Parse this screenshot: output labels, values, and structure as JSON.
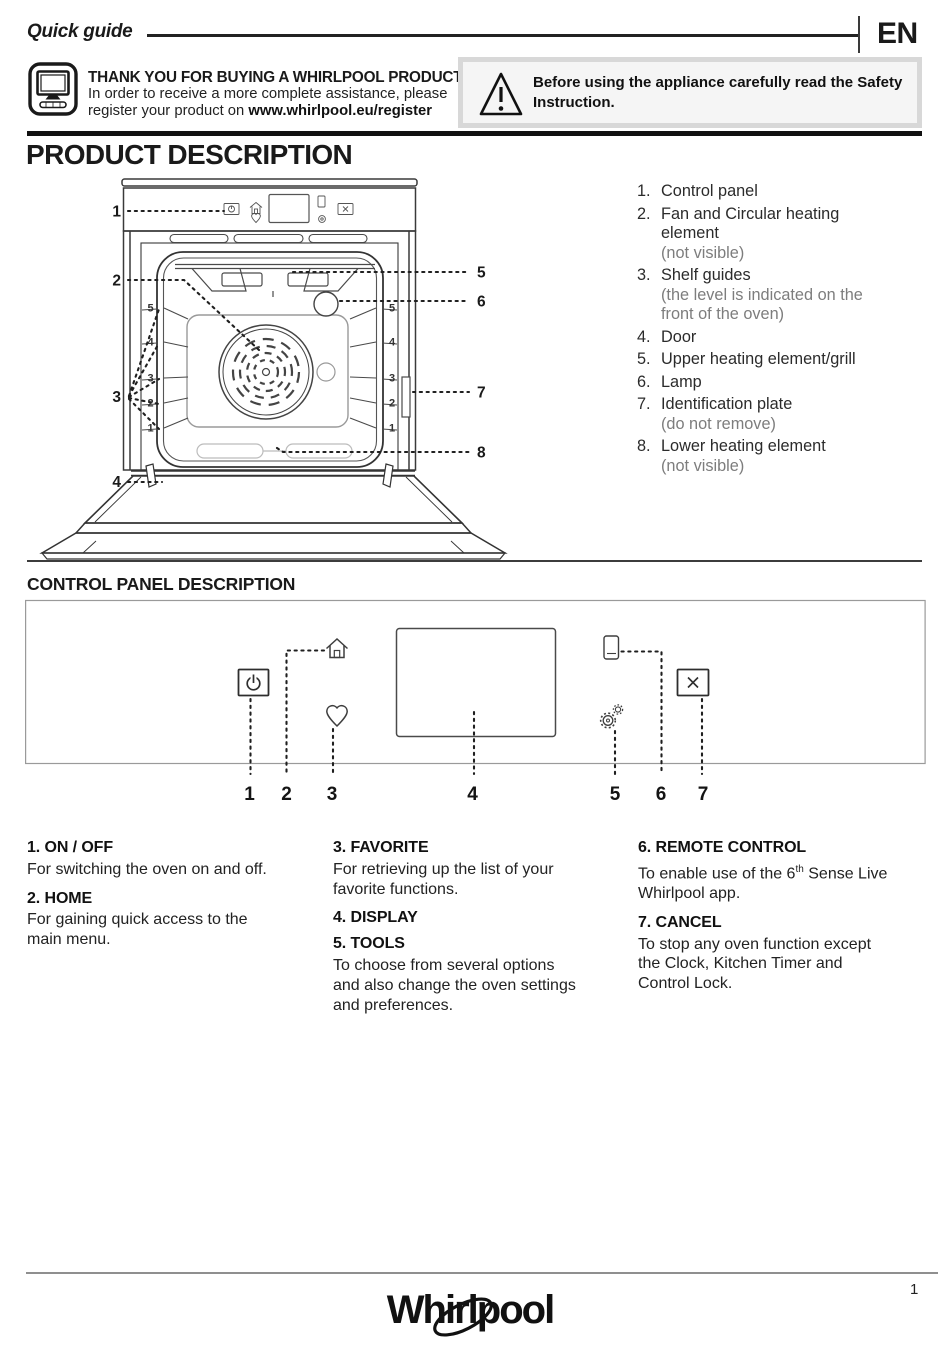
{
  "header": {
    "doc_type": "Quick guide",
    "lang": "EN"
  },
  "register": {
    "title": "THANK YOU FOR BUYING A WHIRLPOOL PRODUCT",
    "line1": "In order to receive a more complete assistance, please",
    "line2_pre": "register your product on ",
    "line2_url": "www.whirlpool.eu/register"
  },
  "warning": {
    "text": "Before using the appliance carefully read the Safety\nInstruction."
  },
  "product": {
    "title": "PRODUCT DESCRIPTION",
    "items": [
      {
        "num": "1.",
        "label": "Control panel",
        "note": ""
      },
      {
        "num": "2.",
        "label": "Fan and Circular heating\nelement",
        "note": "(not visible)"
      },
      {
        "num": "3.",
        "label": "Shelf guides",
        "note": "(the level is indicated on the\nfront of the oven)"
      },
      {
        "num": "4.",
        "label": "Door",
        "note": ""
      },
      {
        "num": "5.",
        "label": "Upper heating element/grill",
        "note": ""
      },
      {
        "num": "6.",
        "label": "Lamp",
        "note": ""
      },
      {
        "num": "7.",
        "label": "Identification plate",
        "note": "(do not remove)"
      },
      {
        "num": "8.",
        "label": "Lower heating element",
        "note": "(not visible)"
      }
    ],
    "diagram": {
      "callouts": {
        "c1": "1",
        "c2": "2",
        "c3": "3",
        "c4": "4",
        "c5": "5",
        "c6": "6",
        "c7": "7",
        "c8": "8"
      },
      "shelf_levels": [
        "5",
        "4",
        "3",
        "2",
        "1"
      ]
    }
  },
  "control_panel": {
    "title": "CONTROL PANEL DESCRIPTION",
    "numbers": [
      "1",
      "2",
      "3",
      "4",
      "5",
      "6",
      "7"
    ]
  },
  "functions": {
    "col1": [
      {
        "heading": "1. ON / OFF",
        "body": "For switching the oven on and off."
      },
      {
        "heading": "2. HOME",
        "body": "For gaining quick access to the\nmain menu."
      }
    ],
    "col2": [
      {
        "heading": "3. FAVORITE",
        "body": "For retrieving up the list of your\nfavorite functions."
      },
      {
        "heading": "4. DISPLAY",
        "body": ""
      },
      {
        "heading": "5. TOOLS",
        "body": "To choose from several options\nand also change the oven settings\nand preferences."
      }
    ],
    "col3": [
      {
        "heading": "6. REMOTE CONTROL",
        "body_pre": "To enable use of the 6",
        "body_sup": "th",
        "body_post": " Sense Live\nWhirlpool app."
      },
      {
        "heading": "7. CANCEL",
        "body": "To stop any oven function except\nthe Clock, Kitchen Timer and\nControl Lock."
      }
    ]
  },
  "footer": {
    "logo": "Whirlpool",
    "page": "1"
  }
}
